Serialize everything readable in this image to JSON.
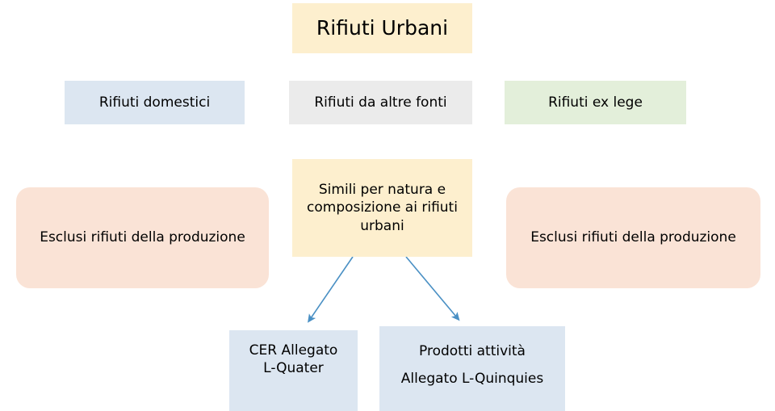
{
  "diagram": {
    "title": "Rifiuti Urbani",
    "language": "it",
    "colors": {
      "yellow": "#FDEFCE",
      "light_blue": "#DCE6F1",
      "gray": "#EBEBEB",
      "light_green": "#E3EFDA",
      "salmon": "#FAE3D6",
      "arrow_blue": "#4A90C4",
      "text": "#000000",
      "background": "#FFFFFF"
    },
    "nodes": {
      "title": {
        "label": "Rifiuti Urbani",
        "fill": "#FDEFCE",
        "shape": "rectangle"
      },
      "domestici": {
        "label": "Rifiuti domestici",
        "fill": "#DCE6F1",
        "shape": "rectangle"
      },
      "altre_fonti": {
        "label": "Rifiuti da altre fonti",
        "fill": "#EBEBEB",
        "shape": "rectangle"
      },
      "ex_lege": {
        "label": "Rifiuti ex lege",
        "fill": "#E3EFDA",
        "shape": "rectangle"
      },
      "esclusi_sinistra": {
        "label": "Esclusi rifiuti della produzione",
        "fill": "#FAE3D6",
        "shape": "rounded-rectangle"
      },
      "simili": {
        "label": "Simili per natura e composizione ai rifiuti urbani",
        "fill": "#FDEFCE",
        "shape": "rectangle"
      },
      "esclusi_destra": {
        "label": "Esclusi rifiuti della produzione",
        "fill": "#FAE3D6",
        "shape": "rounded-rectangle"
      },
      "cer_allegato": {
        "label": "CER Allegato\nL-Quater",
        "fill": "#DCE6F1",
        "shape": "rectangle"
      },
      "prodotti_attivita": {
        "label": "Prodotti attività\nAllegato L-Quinquies",
        "fill": "#DCE6F1",
        "shape": "rectangle"
      }
    },
    "connectors": [
      {
        "name": "arrow-simili-to-cer",
        "from": "simili",
        "to": "cer_allegato",
        "color": "#4A90C4",
        "arrowhead": "triangle"
      },
      {
        "name": "arrow-simili-to-prodotti",
        "from": "simili",
        "to": "prodotti_attivita",
        "color": "#4A90C4",
        "arrowhead": "triangle"
      }
    ]
  }
}
